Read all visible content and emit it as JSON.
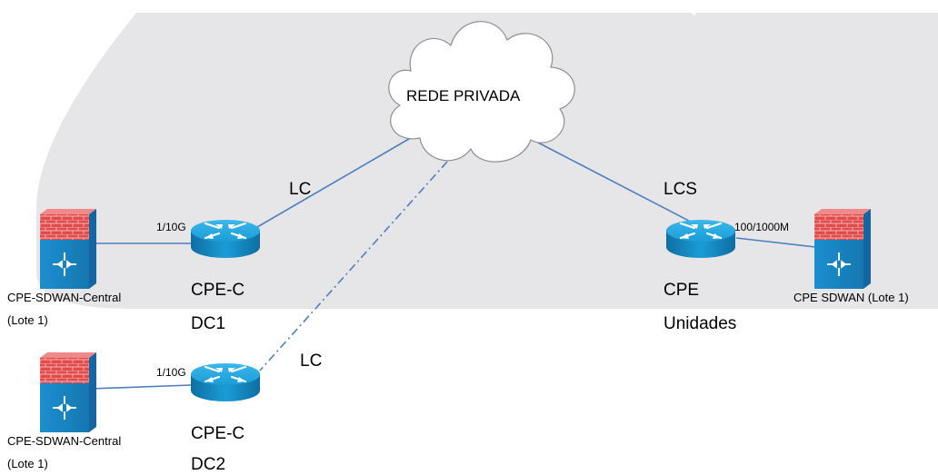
{
  "cloud": {
    "label": "REDE PRIVADA"
  },
  "links": {
    "lc_top": "LC",
    "lc_bottom": "LC",
    "lcs": "LCS",
    "speed_dc1": "1/10G",
    "speed_dc2": "1/10G",
    "speed_unidades": "100/1000M"
  },
  "devices": {
    "fw_central_1": {
      "line1": "CPE-SDWAN-Central",
      "line2": "(Lote 1)"
    },
    "fw_central_2": {
      "line1": "CPE-SDWAN-Central",
      "line2": "(Lote 1)"
    },
    "fw_unidades": {
      "line1": "CPE SDWAN (Lote 1)"
    },
    "router_dc1": {
      "line1": "CPE-C",
      "line2": "DC1"
    },
    "router_dc2": {
      "line1": "CPE-C",
      "line2": "DC2"
    },
    "router_unidades": {
      "line1": "CPE",
      "line2": "Unidades"
    }
  },
  "colors": {
    "background_shape": "#e6e6e9",
    "link": "#4f7fbe",
    "router": "#1a9cd6",
    "firewall_brick": "#e24b4b",
    "firewall_body": "#1c8fcf"
  }
}
